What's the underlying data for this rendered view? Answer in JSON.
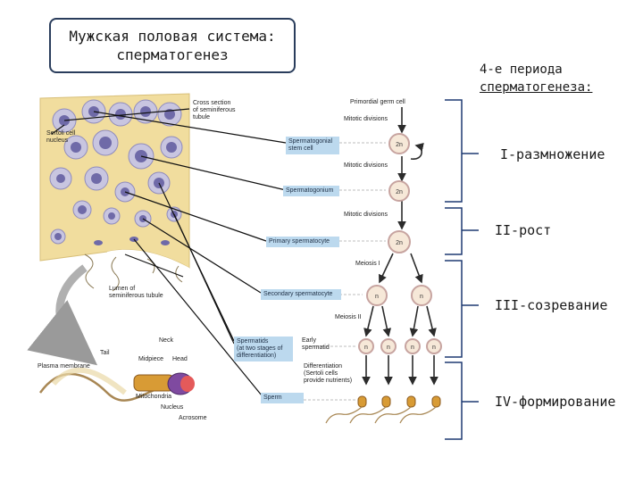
{
  "title": {
    "line1": "Мужская половая система:",
    "line2": "сперматогенез"
  },
  "periods_heading": {
    "line1": "4-е периода",
    "line2": "сперматогенеза:"
  },
  "stages": [
    "I-размножение",
    "II-рост",
    "III-созревание",
    "IV-формирование"
  ],
  "figure_labels": {
    "cross_section": [
      "Cross section",
      "of seminiferous",
      "tubule"
    ],
    "sertoli_nucleus": [
      "Sertoli cell",
      "nucleus"
    ],
    "primordial": "Primordial germ cell",
    "mitotic_1": "Mitotic divisions",
    "stem_cell": [
      "Spermatogonial",
      "stem cell"
    ],
    "mitotic_2": "Mitotic divisions",
    "spermatogonium": "Spermatogonium",
    "mitotic_3": "Mitotic divisions",
    "primary": "Primary spermatocyte",
    "meiosis1": "Meiosis I",
    "secondary": "Secondary spermatocyte",
    "meiosis2": "Meiosis II",
    "lumen": [
      "Lumen of",
      "seminiferous tubule"
    ],
    "spermatids": [
      "Spermatids",
      "(at two stages of",
      "differentiation)"
    ],
    "early_spermatid": [
      "Early",
      "spermatid"
    ],
    "differentiation": [
      "Differentiation",
      "(Sertoli cells",
      "provide nutrients)"
    ],
    "sperm": "Sperm",
    "tail": "Tail",
    "neck": "Neck",
    "midpiece": "Midpiece",
    "head": "Head",
    "plasma_membrane": "Plasma membrane",
    "mitochondria": "Mitochondria",
    "nucleus": "Nucleus",
    "acrosome": "Acrosome"
  },
  "ploidy": {
    "diploid": "2n",
    "haploid": "n"
  },
  "colors": {
    "tissue": "#f1dd9e",
    "cell": "#c8c5e0",
    "nucleus": "#6f6aa8",
    "label_box": "#bcd9ee",
    "bracket": "#1f3a72",
    "arrow": "#2b2b2b"
  }
}
